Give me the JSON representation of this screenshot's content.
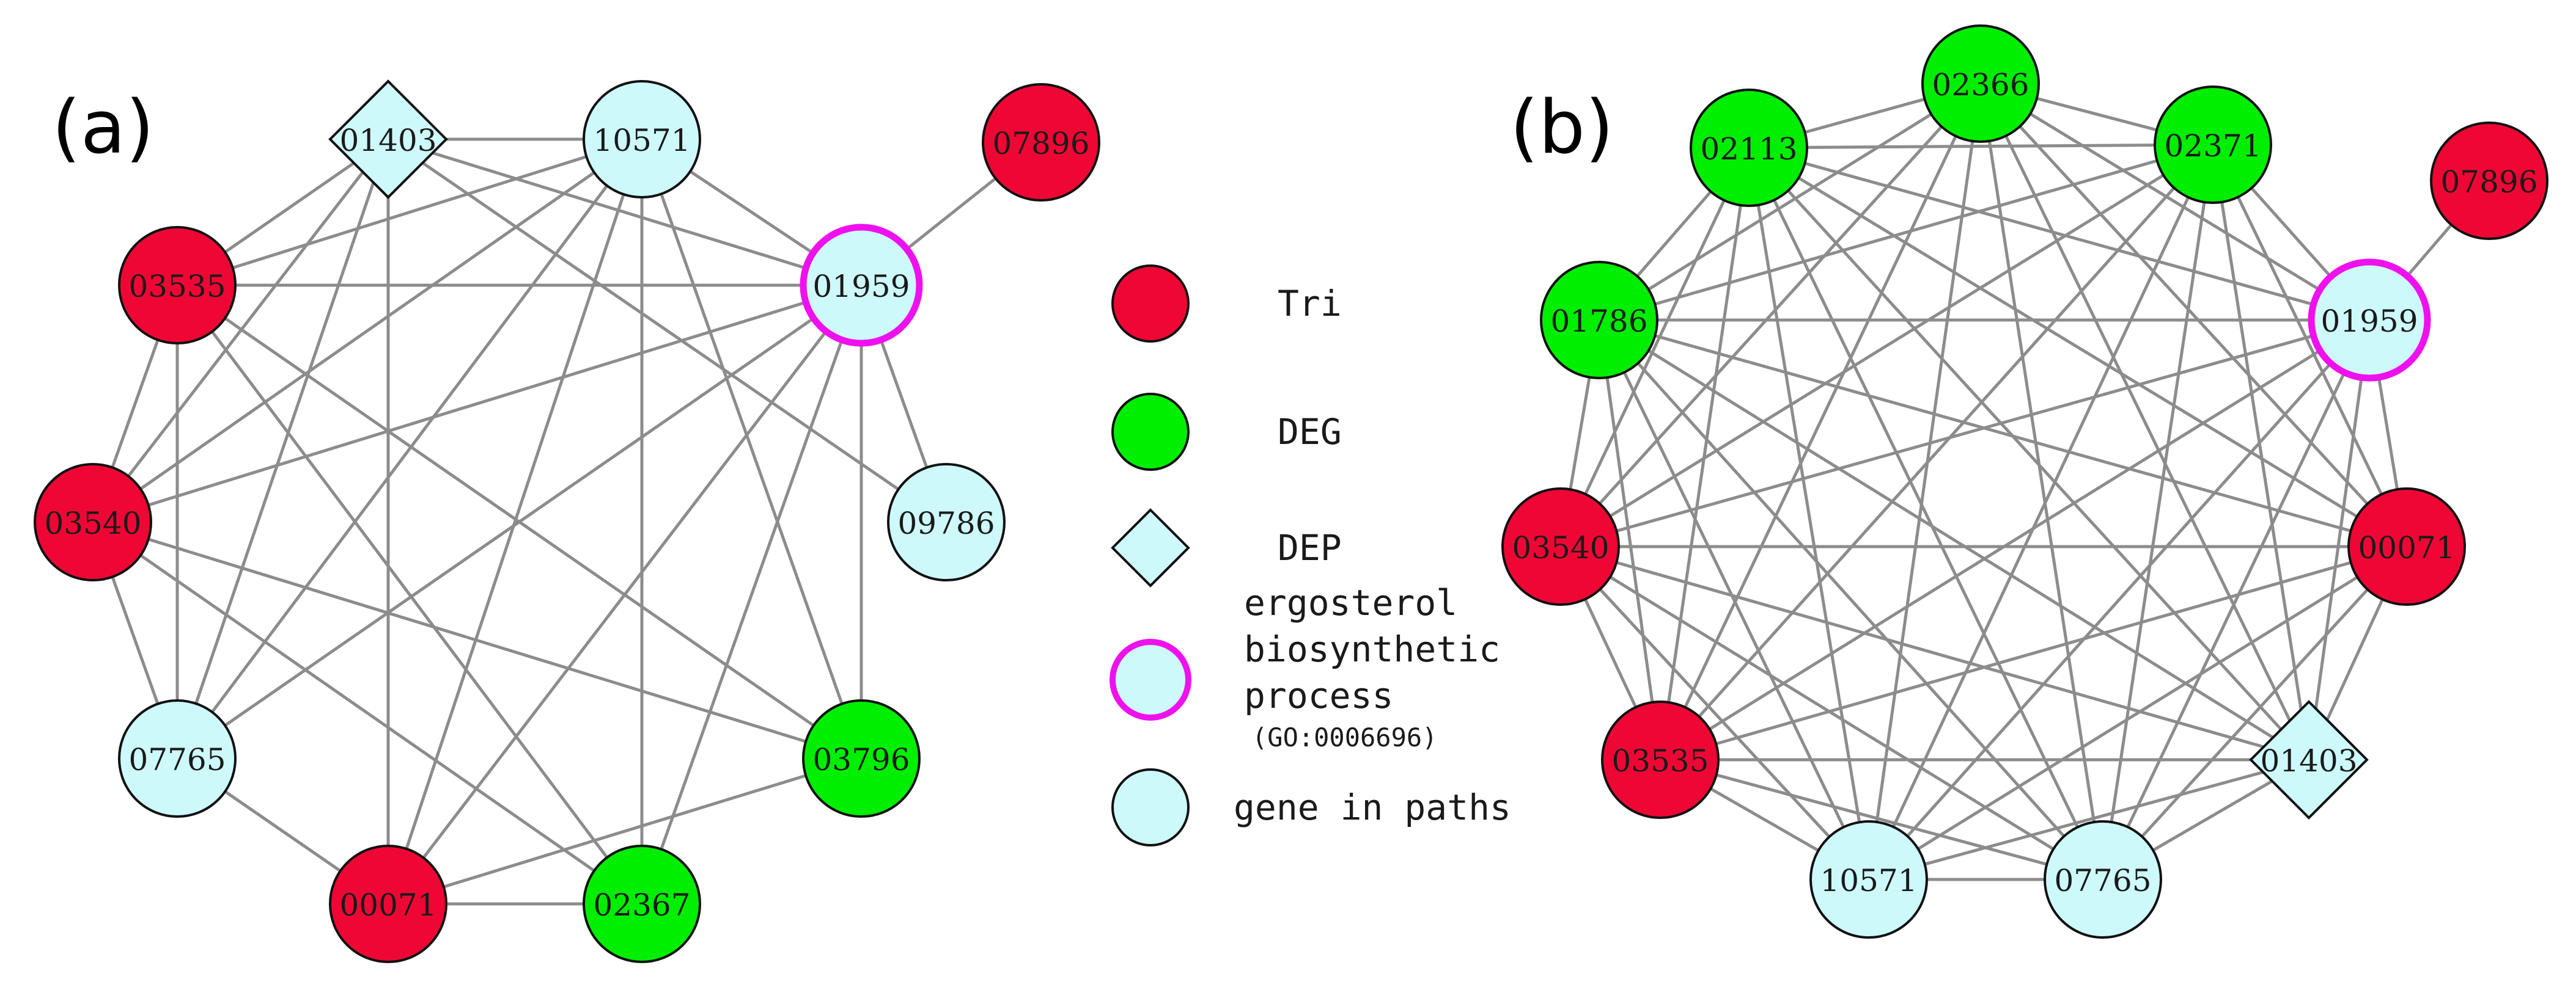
{
  "colors": {
    "tri": "#ee0734",
    "deg": "#00ee00",
    "gene": "#cdf9fb",
    "ergosterol_ring": "#ee11ee",
    "edge": "#8c8c8c",
    "node_stroke": "#111111"
  },
  "panels": [
    {
      "id": "a",
      "label": "(a)",
      "nodes": [
        {
          "id": "01403",
          "label": "01403",
          "category": "DEP"
        },
        {
          "id": "10571",
          "label": "10571",
          "category": "gene"
        },
        {
          "id": "07896",
          "label": "07896",
          "category": "Tri"
        },
        {
          "id": "03535",
          "label": "03535",
          "category": "Tri"
        },
        {
          "id": "01959",
          "label": "01959",
          "category": "ergosterol"
        },
        {
          "id": "03540",
          "label": "03540",
          "category": "Tri"
        },
        {
          "id": "09786",
          "label": "09786",
          "category": "gene"
        },
        {
          "id": "07765",
          "label": "07765",
          "category": "gene"
        },
        {
          "id": "03796",
          "label": "03796",
          "category": "DEG"
        },
        {
          "id": "00071",
          "label": "00071",
          "category": "Tri"
        },
        {
          "id": "02367",
          "label": "02367",
          "category": "DEG"
        }
      ],
      "edges": [
        [
          "01403",
          "10571"
        ],
        [
          "01403",
          "03535"
        ],
        [
          "01403",
          "03540"
        ],
        [
          "01403",
          "07765"
        ],
        [
          "01403",
          "00071"
        ],
        [
          "01403",
          "01959"
        ],
        [
          "01403",
          "09786"
        ],
        [
          "10571",
          "03535"
        ],
        [
          "10571",
          "01959"
        ],
        [
          "10571",
          "03540"
        ],
        [
          "10571",
          "07765"
        ],
        [
          "10571",
          "00071"
        ],
        [
          "10571",
          "02367"
        ],
        [
          "10571",
          "03796"
        ],
        [
          "07896",
          "01959"
        ],
        [
          "03535",
          "01959"
        ],
        [
          "03535",
          "03540"
        ],
        [
          "03535",
          "07765"
        ],
        [
          "03535",
          "02367"
        ],
        [
          "03535",
          "03796"
        ],
        [
          "01959",
          "03540"
        ],
        [
          "01959",
          "07765"
        ],
        [
          "01959",
          "00071"
        ],
        [
          "01959",
          "02367"
        ],
        [
          "01959",
          "03796"
        ],
        [
          "01959",
          "09786"
        ],
        [
          "03540",
          "07765"
        ],
        [
          "03540",
          "02367"
        ],
        [
          "03540",
          "03796"
        ],
        [
          "07765",
          "00071"
        ],
        [
          "00071",
          "02367"
        ],
        [
          "00071",
          "03796"
        ]
      ]
    },
    {
      "id": "b",
      "label": "(b)",
      "nodes": [
        {
          "id": "02366",
          "label": "02366",
          "category": "DEG"
        },
        {
          "id": "02113",
          "label": "02113",
          "category": "DEG"
        },
        {
          "id": "02371",
          "label": "02371",
          "category": "DEG"
        },
        {
          "id": "07896",
          "label": "07896",
          "category": "Tri"
        },
        {
          "id": "01786",
          "label": "01786",
          "category": "DEG"
        },
        {
          "id": "01959",
          "label": "01959",
          "category": "ergosterol"
        },
        {
          "id": "03540",
          "label": "03540",
          "category": "Tri"
        },
        {
          "id": "00071",
          "label": "00071",
          "category": "Tri"
        },
        {
          "id": "03535",
          "label": "03535",
          "category": "Tri"
        },
        {
          "id": "01403",
          "label": "01403",
          "category": "DEP"
        },
        {
          "id": "10571",
          "label": "10571",
          "category": "gene"
        },
        {
          "id": "07765",
          "label": "07765",
          "category": "gene"
        }
      ],
      "edges": "complete-except-07896",
      "extra_edges": [
        [
          "07896",
          "01959"
        ]
      ]
    }
  ],
  "legend": {
    "items": [
      {
        "shape": "circle",
        "category": "Tri",
        "label": "Tri"
      },
      {
        "shape": "circle",
        "category": "DEG",
        "label": "DEG"
      },
      {
        "shape": "diamond",
        "category": "DEP",
        "label": "DEP"
      },
      {
        "shape": "ring",
        "category": "ergosterol",
        "label_lines": [
          "ergosterol",
          "biosynthetic",
          "process"
        ],
        "sub_label": "(GO:0006696)"
      },
      {
        "shape": "circle",
        "category": "gene",
        "label": "gene in paths"
      }
    ]
  }
}
